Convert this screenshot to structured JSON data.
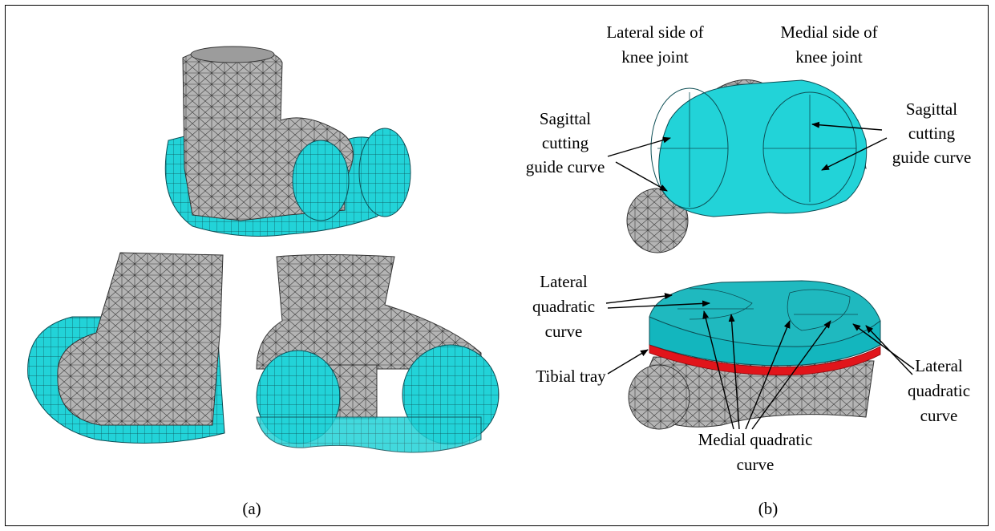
{
  "colors": {
    "cyan": "#22d3d8",
    "cyan_side": "#13b6be",
    "cyan_top": "#1fb9bf",
    "bone": "#a9a9a9",
    "bone_light": "#c8c8c8",
    "mesh_line": "#3a3a3a",
    "tray_red": "#e1151b",
    "ink": "#000000"
  },
  "panel_a": {
    "caption": "(a)"
  },
  "panel_b": {
    "caption": "(b)",
    "lateral_side": [
      "Lateral side of",
      "knee joint"
    ],
    "medial_side": [
      "Medial side of",
      "knee joint"
    ],
    "sagittal_left": [
      "Sagittal",
      "cutting",
      "guide curve"
    ],
    "sagittal_right": [
      "Sagittal",
      "cutting",
      "guide curve"
    ],
    "lateral_quadratic_top": [
      "Lateral",
      "quadratic",
      "curve"
    ],
    "tibial_tray": "Tibial tray",
    "lateral_quadratic_right": [
      "Lateral",
      "quadratic",
      "curve"
    ],
    "medial_quadratic": [
      "Medial quadratic",
      "curve"
    ]
  }
}
